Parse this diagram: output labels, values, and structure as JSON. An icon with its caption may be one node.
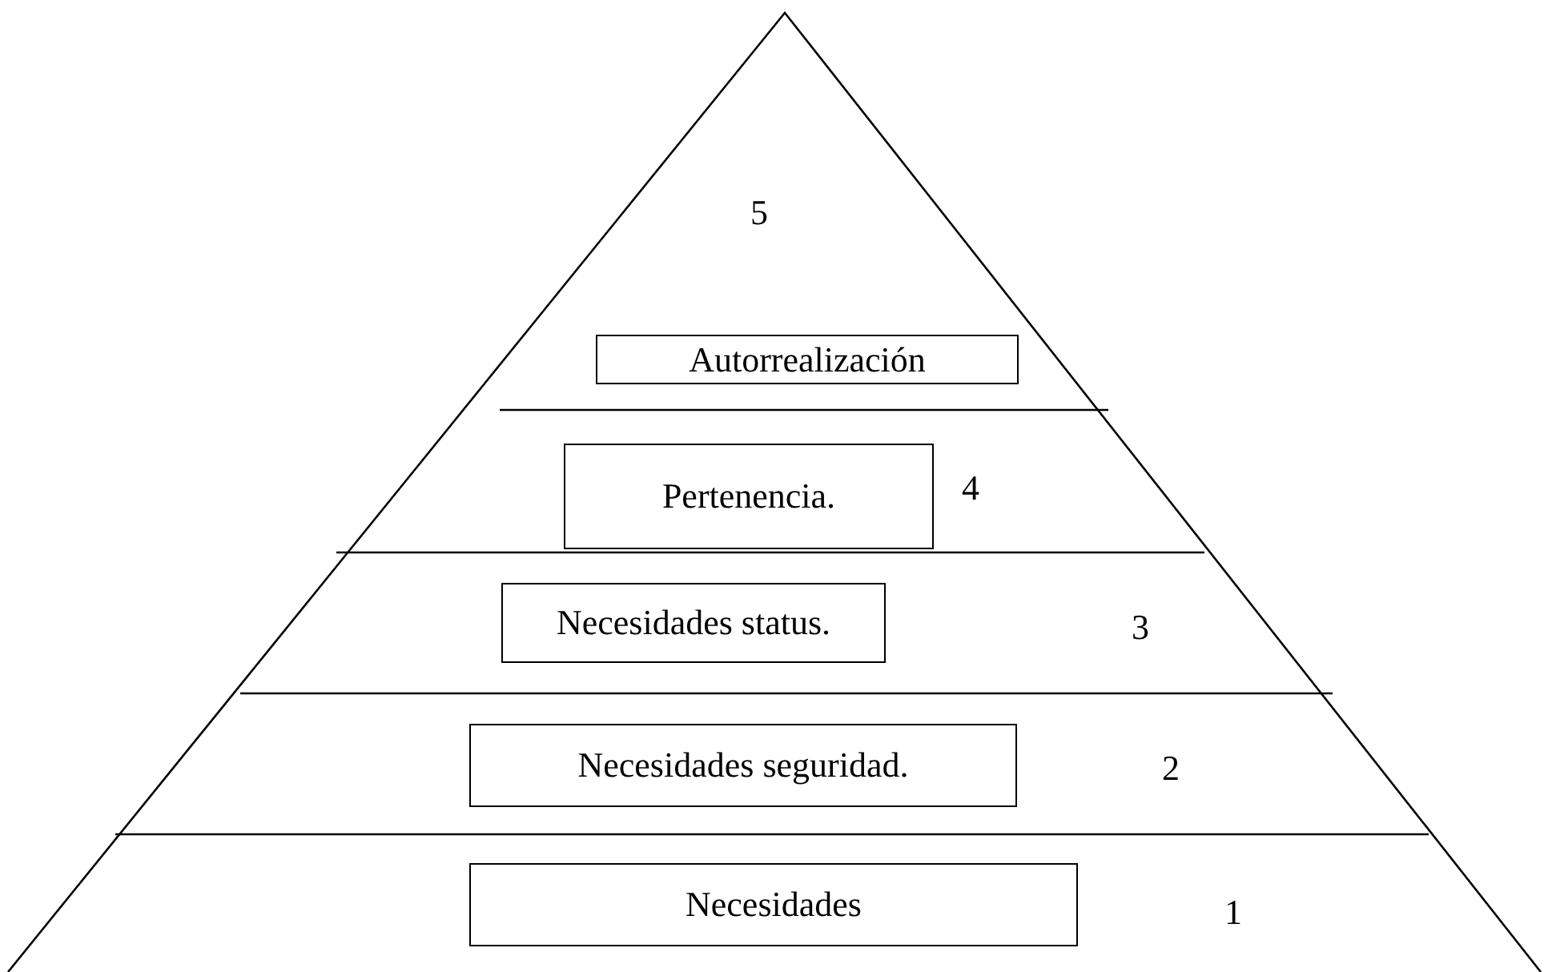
{
  "diagram": {
    "nodes": [
      {
        "text": [
          "Autorrealización"
        ]
      },
      {
        "text": [
          "Pertenencia."
        ]
      },
      {
        "text": [
          "Necesidades status."
        ]
      },
      {
        "text": [
          "Necesidades seguridad."
        ]
      },
      {
        "text": [
          "Necesidades"
        ]
      }
    ],
    "labels": [
      "5",
      "4",
      "3",
      "2",
      "1"
    ]
  }
}
